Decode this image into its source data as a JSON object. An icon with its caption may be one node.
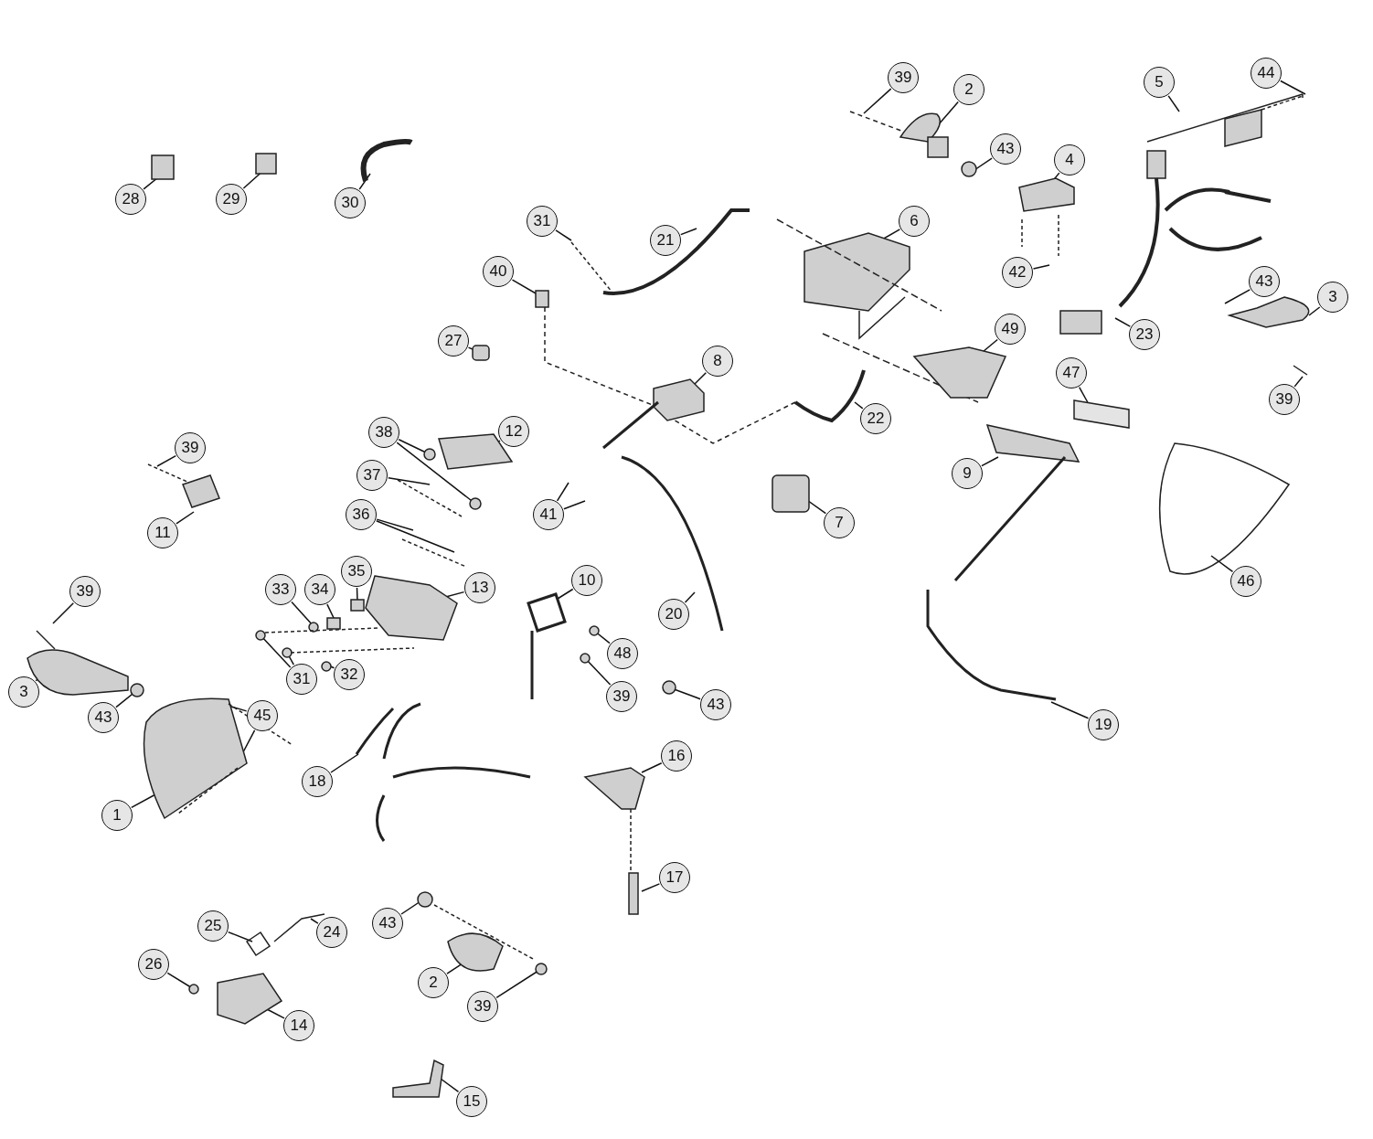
{
  "diagram": {
    "nodes": [
      {
        "text": [
          "28"
        ]
      },
      {
        "text": [
          "29"
        ]
      },
      {
        "text": [
          "30"
        ]
      },
      {
        "text": [
          "39"
        ]
      },
      {
        "text": [
          "2"
        ]
      },
      {
        "text": [
          "44"
        ]
      },
      {
        "text": [
          "5"
        ]
      },
      {
        "text": [
          "43"
        ]
      },
      {
        "text": [
          "4"
        ]
      },
      {
        "text": [
          "31"
        ]
      },
      {
        "text": [
          "21"
        ]
      },
      {
        "text": [
          "6"
        ]
      },
      {
        "text": [
          "42"
        ]
      },
      {
        "text": [
          "40"
        ]
      },
      {
        "text": [
          "43"
        ]
      },
      {
        "text": [
          "3"
        ]
      },
      {
        "text": [
          "27"
        ]
      },
      {
        "text": [
          "8"
        ]
      },
      {
        "text": [
          "49"
        ]
      },
      {
        "text": [
          "23"
        ]
      },
      {
        "text": [
          "39"
        ]
      },
      {
        "text": [
          "47"
        ]
      },
      {
        "text": [
          "38"
        ]
      },
      {
        "text": [
          "12"
        ]
      },
      {
        "text": [
          "22"
        ]
      },
      {
        "text": [
          "9"
        ]
      },
      {
        "text": [
          "39"
        ]
      },
      {
        "text": [
          "37"
        ]
      },
      {
        "text": [
          "41"
        ]
      },
      {
        "text": [
          "36"
        ]
      },
      {
        "text": [
          "7"
        ]
      },
      {
        "text": [
          "11"
        ]
      },
      {
        "text": [
          "46"
        ]
      },
      {
        "text": [
          "39"
        ]
      },
      {
        "text": [
          "33"
        ]
      },
      {
        "text": [
          "34"
        ]
      },
      {
        "text": [
          "35"
        ]
      },
      {
        "text": [
          "10"
        ]
      },
      {
        "text": [
          "13"
        ]
      },
      {
        "text": [
          "20"
        ]
      },
      {
        "text": [
          "48"
        ]
      },
      {
        "text": [
          "31"
        ]
      },
      {
        "text": [
          "32"
        ]
      },
      {
        "text": [
          "39"
        ]
      },
      {
        "text": [
          "3"
        ]
      },
      {
        "text": [
          "43"
        ]
      },
      {
        "text": [
          "43"
        ]
      },
      {
        "text": [
          "19"
        ]
      },
      {
        "text": [
          "45"
        ]
      },
      {
        "text": [
          "16"
        ]
      },
      {
        "text": [
          "1"
        ]
      },
      {
        "text": [
          "18"
        ]
      },
      {
        "text": [
          "17"
        ]
      },
      {
        "text": [
          "25"
        ]
      },
      {
        "text": [
          "24"
        ]
      },
      {
        "text": [
          "26"
        ]
      },
      {
        "text": [
          "43"
        ]
      },
      {
        "text": [
          "2"
        ]
      },
      {
        "text": [
          "39"
        ]
      },
      {
        "text": [
          "14"
        ]
      },
      {
        "text": [
          "15"
        ]
      }
    ],
    "edges": [
      {
        "from": 0,
        "to": null,
        "arrow": "none"
      },
      {
        "from": 1,
        "to": null,
        "arrow": "none"
      },
      {
        "from": 2,
        "to": null,
        "arrow": "none"
      },
      {
        "from": 3,
        "to": null,
        "arrow": "none"
      },
      {
        "from": 4,
        "to": null,
        "arrow": "none"
      },
      {
        "from": 5,
        "to": null,
        "arrow": "none"
      },
      {
        "from": 6,
        "to": null,
        "arrow": "none"
      },
      {
        "from": 7,
        "to": null,
        "arrow": "none"
      },
      {
        "from": 8,
        "to": null,
        "arrow": "none"
      },
      {
        "from": 9,
        "to": null,
        "arrow": "none"
      },
      {
        "from": 10,
        "to": null,
        "arrow": "none"
      },
      {
        "from": 11,
        "to": null,
        "arrow": "none"
      },
      {
        "from": 12,
        "to": null,
        "arrow": "none"
      },
      {
        "from": 13,
        "to": null,
        "arrow": "none"
      },
      {
        "from": 14,
        "to": null,
        "arrow": "none"
      },
      {
        "from": 15,
        "to": null,
        "arrow": "none"
      },
      {
        "from": 16,
        "to": null,
        "arrow": "none"
      },
      {
        "from": 17,
        "to": null,
        "arrow": "none"
      },
      {
        "from": 18,
        "to": null,
        "arrow": "none"
      },
      {
        "from": 19,
        "to": null,
        "arrow": "none"
      },
      {
        "from": 20,
        "to": null,
        "arrow": "none"
      },
      {
        "from": 21,
        "to": null,
        "arrow": "none"
      },
      {
        "from": 22,
        "to": null,
        "arrow": "none"
      },
      {
        "from": 22,
        "to": null,
        "arrow": "none"
      },
      {
        "from": 23,
        "to": null,
        "arrow": "none"
      },
      {
        "from": 24,
        "to": null,
        "arrow": "none"
      },
      {
        "from": 25,
        "to": null,
        "arrow": "none"
      },
      {
        "from": 26,
        "to": null,
        "arrow": "none"
      },
      {
        "from": 27,
        "to": null,
        "arrow": "none"
      },
      {
        "from": 28,
        "to": null,
        "arrow": "none"
      },
      {
        "from": 28,
        "to": null,
        "arrow": "none"
      },
      {
        "from": 29,
        "to": null,
        "arrow": "none"
      },
      {
        "from": 29,
        "to": null,
        "arrow": "none"
      },
      {
        "from": 30,
        "to": null,
        "arrow": "none"
      },
      {
        "from": 31,
        "to": null,
        "arrow": "none"
      },
      {
        "from": 32,
        "to": null,
        "arrow": "none"
      },
      {
        "from": 33,
        "to": null,
        "arrow": "none"
      },
      {
        "from": 34,
        "to": null,
        "arrow": "none"
      },
      {
        "from": 35,
        "to": null,
        "arrow": "none"
      },
      {
        "from": 36,
        "to": null,
        "arrow": "none"
      },
      {
        "from": 37,
        "to": null,
        "arrow": "none"
      },
      {
        "from": 38,
        "to": null,
        "arrow": "none"
      },
      {
        "from": 39,
        "to": null,
        "arrow": "none"
      },
      {
        "from": 40,
        "to": null,
        "arrow": "none"
      },
      {
        "from": 41,
        "to": null,
        "arrow": "none"
      },
      {
        "from": 41,
        "to": null,
        "arrow": "none"
      },
      {
        "from": 42,
        "to": null,
        "arrow": "none"
      },
      {
        "from": 43,
        "to": null,
        "arrow": "none"
      },
      {
        "from": 44,
        "to": null,
        "arrow": "none"
      },
      {
        "from": 45,
        "to": null,
        "arrow": "none"
      },
      {
        "from": 46,
        "to": null,
        "arrow": "none"
      },
      {
        "from": 47,
        "to": null,
        "arrow": "none"
      },
      {
        "from": 48,
        "to": null,
        "arrow": "none"
      },
      {
        "from": 48,
        "to": null,
        "arrow": "none"
      },
      {
        "from": 49,
        "to": null,
        "arrow": "none"
      },
      {
        "from": 50,
        "to": null,
        "arrow": "none"
      },
      {
        "from": 51,
        "to": null,
        "arrow": "none"
      },
      {
        "from": 52,
        "to": null,
        "arrow": "none"
      },
      {
        "from": 53,
        "to": null,
        "arrow": "none"
      },
      {
        "from": 54,
        "to": null,
        "arrow": "none"
      },
      {
        "from": 55,
        "to": null,
        "arrow": "none"
      },
      {
        "from": 56,
        "to": null,
        "arrow": "none"
      },
      {
        "from": 57,
        "to": null,
        "arrow": "none"
      },
      {
        "from": 58,
        "to": null,
        "arrow": "none"
      },
      {
        "from": 59,
        "to": null,
        "arrow": "none"
      },
      {
        "from": 60,
        "to": null,
        "arrow": "none"
      }
    ]
  }
}
